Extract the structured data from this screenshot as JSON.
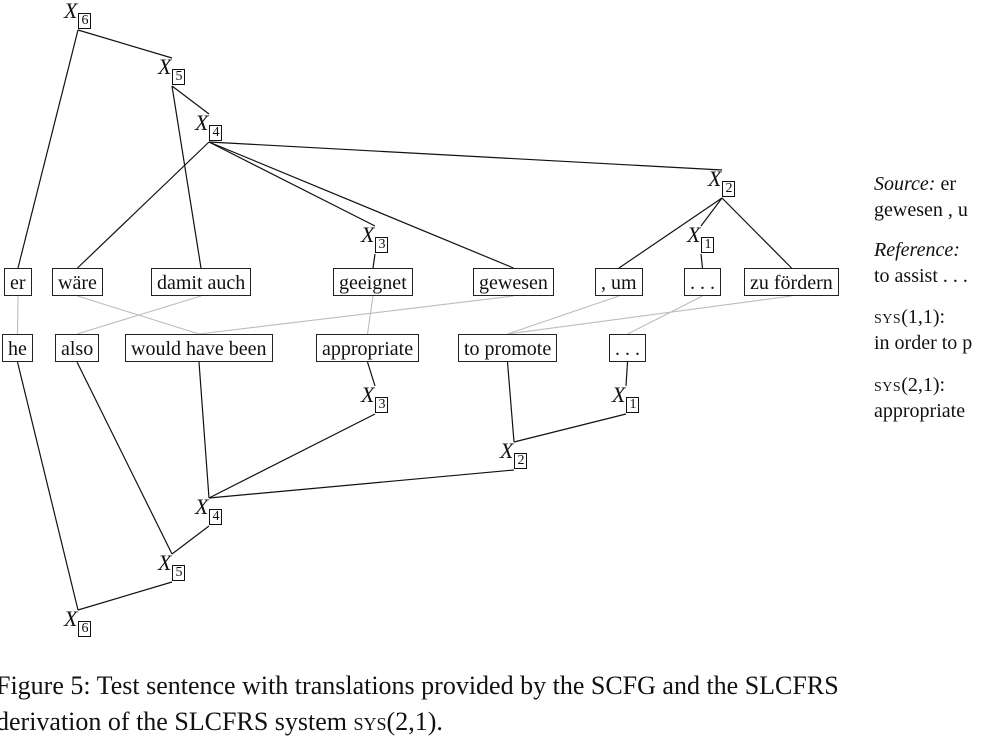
{
  "source_words": [
    {
      "id": "er",
      "text": "er"
    },
    {
      "id": "waere",
      "text": "wäre"
    },
    {
      "id": "damit",
      "text": "damit auch"
    },
    {
      "id": "geeignet",
      "text": "geeignet"
    },
    {
      "id": "gewesen",
      "text": "gewesen"
    },
    {
      "id": "um",
      "text": ",  um"
    },
    {
      "id": "dots_s",
      "text": ". . ."
    },
    {
      "id": "zu",
      "text": "zu fördern"
    }
  ],
  "target_words": [
    {
      "id": "he",
      "text": "he"
    },
    {
      "id": "also",
      "text": "also"
    },
    {
      "id": "would",
      "text": "would have been"
    },
    {
      "id": "appropriate",
      "text": "appropriate"
    },
    {
      "id": "promote",
      "text": "to promote"
    },
    {
      "id": "dots_t",
      "text": ". . ."
    }
  ],
  "nonterminals": [
    {
      "id": "s6",
      "var": "X",
      "index": "6"
    },
    {
      "id": "s5",
      "var": "X",
      "index": "5"
    },
    {
      "id": "s4",
      "var": "X",
      "index": "4"
    },
    {
      "id": "s2",
      "var": "X",
      "index": "2"
    },
    {
      "id": "s3",
      "var": "X",
      "index": "3"
    },
    {
      "id": "s1",
      "var": "X",
      "index": "1"
    },
    {
      "id": "t3",
      "var": "X",
      "index": "3"
    },
    {
      "id": "t1",
      "var": "X",
      "index": "1"
    },
    {
      "id": "t2",
      "var": "X",
      "index": "2"
    },
    {
      "id": "t4",
      "var": "X",
      "index": "4"
    },
    {
      "id": "t5",
      "var": "X",
      "index": "5"
    },
    {
      "id": "t6",
      "var": "X",
      "index": "6"
    }
  ],
  "tree_edges": [
    [
      "s6",
      "s5"
    ],
    [
      "s6",
      "er"
    ],
    [
      "s5",
      "s4"
    ],
    [
      "s5",
      "damit"
    ],
    [
      "s4",
      "waere"
    ],
    [
      "s4",
      "s3"
    ],
    [
      "s4",
      "gewesen"
    ],
    [
      "s4",
      "s2"
    ],
    [
      "s3",
      "geeignet"
    ],
    [
      "s2",
      "um"
    ],
    [
      "s2",
      "s1"
    ],
    [
      "s2",
      "zu"
    ],
    [
      "s1",
      "dots_s"
    ],
    [
      "t6",
      "he"
    ],
    [
      "t6",
      "t5"
    ],
    [
      "t5",
      "also"
    ],
    [
      "t5",
      "t4"
    ],
    [
      "t4",
      "would"
    ],
    [
      "t4",
      "t3"
    ],
    [
      "t4",
      "t2"
    ],
    [
      "t3",
      "appropriate"
    ],
    [
      "t2",
      "promote"
    ],
    [
      "t2",
      "t1"
    ],
    [
      "t1",
      "dots_t"
    ]
  ],
  "alignments": [
    [
      "er",
      "he"
    ],
    [
      "waere",
      "would"
    ],
    [
      "damit",
      "also"
    ],
    [
      "geeignet",
      "appropriate"
    ],
    [
      "gewesen",
      "would"
    ],
    [
      "um",
      "promote"
    ],
    [
      "dots_s",
      "dots_t"
    ],
    [
      "zu",
      "promote"
    ]
  ],
  "side_panel": {
    "source_label": "Source:",
    "source_line1": " er",
    "source_line2": "gewesen , u",
    "reference_label": "Reference:",
    "reference_line2": "to assist . . .",
    "sys11_label": "sys",
    "sys11_args": "(1,1):",
    "sys11_line2": "in order to p",
    "sys21_label": "sys",
    "sys21_args": "(2,1):",
    "sys21_line2": "appropriate"
  },
  "caption": {
    "line1": "Figure 5: Test sentence with translations provided by the SCFG and the SLCFRS",
    "line2_pre": "derivation of the SLCFRS system ",
    "line2_sys": "sys",
    "line2_post": "(2,1)."
  }
}
